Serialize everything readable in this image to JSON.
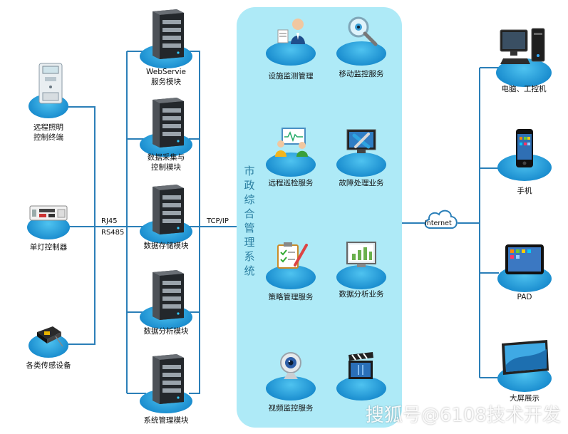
{
  "devices_left": [
    {
      "label": "远程照明\n控制终端",
      "icon": "meter-icon"
    },
    {
      "label": "单灯控制器",
      "icon": "controller-icon"
    },
    {
      "label": "各类传感设备",
      "icon": "sensor-icon"
    }
  ],
  "link_labels": {
    "rj45": "RJ45",
    "rs485": "RS485",
    "tcpip": "TCP/IP",
    "internet": "Internet"
  },
  "servers": [
    {
      "label": "WebServie\n服务模块"
    },
    {
      "label": "数据采集与\n控制模块"
    },
    {
      "label": "数据存储模块"
    },
    {
      "label": "数据分析模块"
    },
    {
      "label": "系统管理模块"
    }
  ],
  "system": {
    "title": "市政综合管理系统",
    "services": [
      {
        "label": "设施监测管理",
        "icon": "manager-icon"
      },
      {
        "label": "移动监控服务",
        "icon": "eye-magnifier-icon"
      },
      {
        "label": "远程巡检服务",
        "icon": "people-monitor-icon"
      },
      {
        "label": "故障处理业务",
        "icon": "tools-monitor-icon"
      },
      {
        "label": "策略管理服务",
        "icon": "clipboard-icon"
      },
      {
        "label": "数据分析业务",
        "icon": "chart-monitor-icon"
      },
      {
        "label": "视频监控服务",
        "icon": "webcam-icon"
      },
      {
        "label": "",
        "icon": "clapperboard-icon"
      }
    ]
  },
  "clients": [
    {
      "label": "电脑、工控机",
      "icon": "computer-icon"
    },
    {
      "label": "手机",
      "icon": "phone-icon"
    },
    {
      "label": "PAD",
      "icon": "tablet-icon"
    },
    {
      "label": "大屏展示",
      "icon": "big-screen-icon"
    }
  ],
  "watermark": "搜狐号@6108技术开发",
  "colors": {
    "line": "#2b7fb8",
    "panel": "#aeeaf7",
    "disc": "#1c8fd0"
  }
}
